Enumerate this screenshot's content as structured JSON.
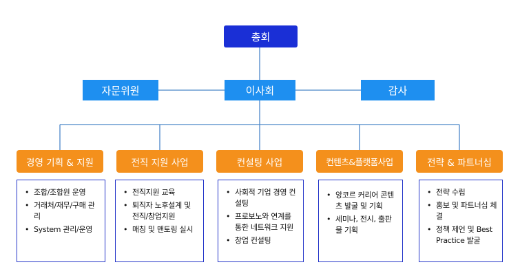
{
  "colors": {
    "top": "#1a2fd6",
    "mid": "#1e8ff0",
    "dept": "#f4901c",
    "line": "#4a86c8",
    "detail_border": "#2233c8"
  },
  "org": {
    "assembly": "총회",
    "advisory": "자문위원",
    "board": "이사회",
    "audit": "감사",
    "departments": [
      {
        "name": "경영 기획 & 지원",
        "items": [
          "조합/조합원 운영",
          "거래처/재무/구매 관리",
          "System 관리/운영"
        ]
      },
      {
        "name": "전직 지원 사업",
        "items": [
          "전직지원 교육",
          "퇴직자 노후설계 및 전직/창업지원",
          "매칭 및 맨토링 실시"
        ]
      },
      {
        "name": "컨설팅 사업",
        "items": [
          "사회적 기업 경영 컨설팅",
          "프로보노와 연계를 통한 네트워크 지원",
          "창업 컨설팅"
        ]
      },
      {
        "name": "컨텐츠&플랫폼사업",
        "items": [
          "앙코르 커리어 콘텐츠 발굴 및 기획",
          "세미나, 전시, 출판물 기획"
        ]
      },
      {
        "name": "전략 & 파트너십",
        "items": [
          "전략 수립",
          "홍보 및 파트너십 체결",
          "정책 제언 및 Best Practice 발굴"
        ]
      }
    ]
  }
}
